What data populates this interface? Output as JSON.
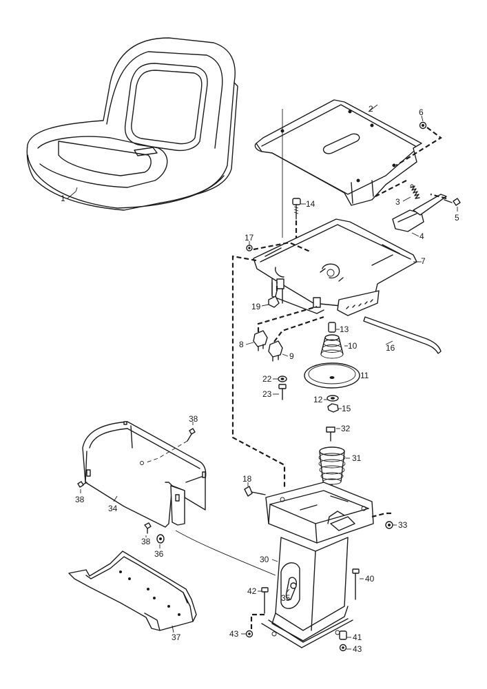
{
  "diagram": {
    "callouts": [
      {
        "id": "c1",
        "text": "1"
      },
      {
        "id": "c2",
        "text": "2"
      },
      {
        "id": "c3",
        "text": "3"
      },
      {
        "id": "c4",
        "text": "4"
      },
      {
        "id": "c5",
        "text": "5"
      },
      {
        "id": "c6",
        "text": "6"
      },
      {
        "id": "c7",
        "text": "7"
      },
      {
        "id": "c8",
        "text": "8"
      },
      {
        "id": "c9",
        "text": "9"
      },
      {
        "id": "c10",
        "text": "10"
      },
      {
        "id": "c11",
        "text": "11"
      },
      {
        "id": "c12",
        "text": "12"
      },
      {
        "id": "c13",
        "text": "13"
      },
      {
        "id": "c14",
        "text": "14"
      },
      {
        "id": "c15",
        "text": "15"
      },
      {
        "id": "c16",
        "text": "16"
      },
      {
        "id": "c17",
        "text": "17"
      },
      {
        "id": "c18",
        "text": "18"
      },
      {
        "id": "c19",
        "text": "19"
      },
      {
        "id": "c22",
        "text": "22"
      },
      {
        "id": "c23",
        "text": "23"
      },
      {
        "id": "c30",
        "text": "30"
      },
      {
        "id": "c31",
        "text": "31"
      },
      {
        "id": "c32",
        "text": "32"
      },
      {
        "id": "c33",
        "text": "33"
      },
      {
        "id": "c34",
        "text": "34"
      },
      {
        "id": "c35",
        "text": "35"
      },
      {
        "id": "c36",
        "text": "36"
      },
      {
        "id": "c37",
        "text": "37"
      },
      {
        "id": "c38a",
        "text": "38"
      },
      {
        "id": "c38b",
        "text": "38"
      },
      {
        "id": "c38c",
        "text": "38"
      },
      {
        "id": "c40",
        "text": "40"
      },
      {
        "id": "c41",
        "text": "41"
      },
      {
        "id": "c42",
        "text": "42"
      },
      {
        "id": "c43a",
        "text": "43"
      },
      {
        "id": "c43b",
        "text": "43"
      }
    ]
  }
}
